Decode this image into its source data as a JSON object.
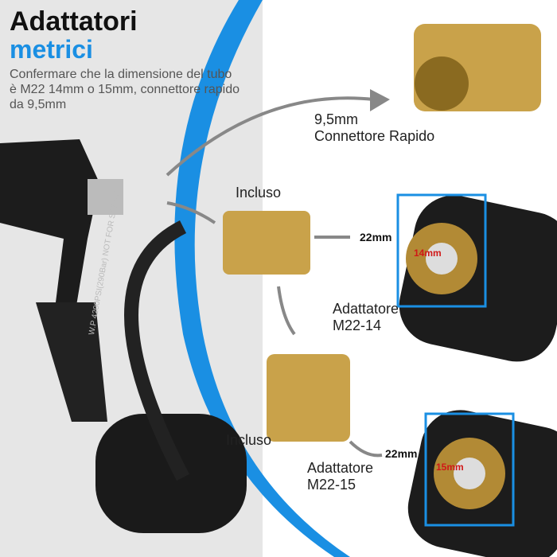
{
  "heading": {
    "line1": "Adattatori",
    "line2": "metrici"
  },
  "description": "Confermare che la dimensione del tubo è M22 14mm o 15mm, connettore rapido da 9,5mm",
  "labels": {
    "quick_connector": {
      "line1": "9,5mm",
      "line2": "Connettore Rapido"
    },
    "included_1": "Incluso",
    "included_2": "Incluso",
    "adapter_14": {
      "line1": "Adattatore",
      "line2": "M22-14"
    },
    "adapter_15": {
      "line1": "Adattatore",
      "line2": "M22-15"
    }
  },
  "dimensions": {
    "outer_1": "22mm",
    "inner_1": "14mm",
    "outer_2": "22mm",
    "inner_2": "15mm"
  },
  "hose_print": "W.P 4200PSI(290Bar) NOT FOR STEAM",
  "colors": {
    "accent": "#1a8fe3",
    "brass": "#c9a24a",
    "dark": "#1c1c1c",
    "dimension_red": "#d01818"
  }
}
